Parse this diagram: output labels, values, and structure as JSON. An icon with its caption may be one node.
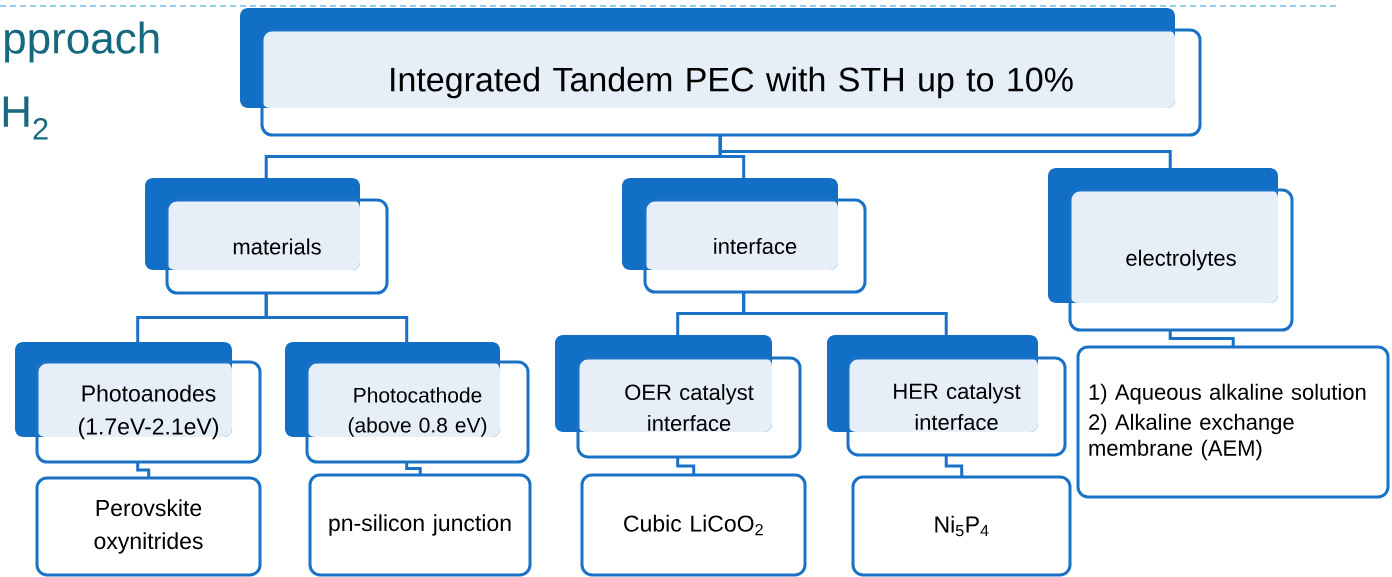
{
  "diagram": {
    "nodes": [
      {
        "text": [
          "Integrated Tandem PEC with STH up to 10%"
        ]
      },
      {
        "text": [
          "materials"
        ]
      },
      {
        "text": [
          "interface"
        ]
      },
      {
        "text": [
          "electrolytes"
        ]
      },
      {
        "text": [
          "Photoanodes (1.7eV-2.1eV)"
        ]
      },
      {
        "text": [
          "Photocathode (above 0.8 eV)"
        ]
      },
      {
        "text": [
          "OER catalyst interface"
        ]
      },
      {
        "text": [
          "HER catalyst interface"
        ]
      },
      {
        "text": [
          "Perovskite oxynitrides"
        ]
      },
      {
        "text": [
          "pn-silicon junction"
        ]
      },
      {
        "text": [
          "Cubic LiCoO$_{2}$"
        ]
      },
      {
        "text": [
          "Ni$_{5}$P$_{4}$"
        ]
      },
      {
        "text": [
          "1) Aqueous alkaline solution",
          "2) Alkaline exchange membrane (AEM)"
        ]
      }
    ],
    "edges": [
      {
        "from": 0,
        "to": 1,
        "arrow": "none"
      },
      {
        "from": 0,
        "to": 2,
        "arrow": "none"
      },
      {
        "from": 0,
        "to": 3,
        "arrow": "none"
      },
      {
        "from": 1,
        "to": 4,
        "arrow": "none"
      },
      {
        "from": 1,
        "to": 5,
        "arrow": "none"
      },
      {
        "from": 2,
        "to": 6,
        "arrow": "none"
      },
      {
        "from": 2,
        "to": 7,
        "arrow": "none"
      },
      {
        "from": 4,
        "to": 8,
        "arrow": "none"
      },
      {
        "from": 5,
        "to": 9,
        "arrow": "none"
      },
      {
        "from": 6,
        "to": 10,
        "arrow": "none"
      },
      {
        "from": 7,
        "to": 11,
        "arrow": "none"
      },
      {
        "from": 3,
        "to": 12,
        "arrow": "none"
      }
    ],
    "labels": [
      "pproach",
      "H$_{2}$"
    ]
  }
}
